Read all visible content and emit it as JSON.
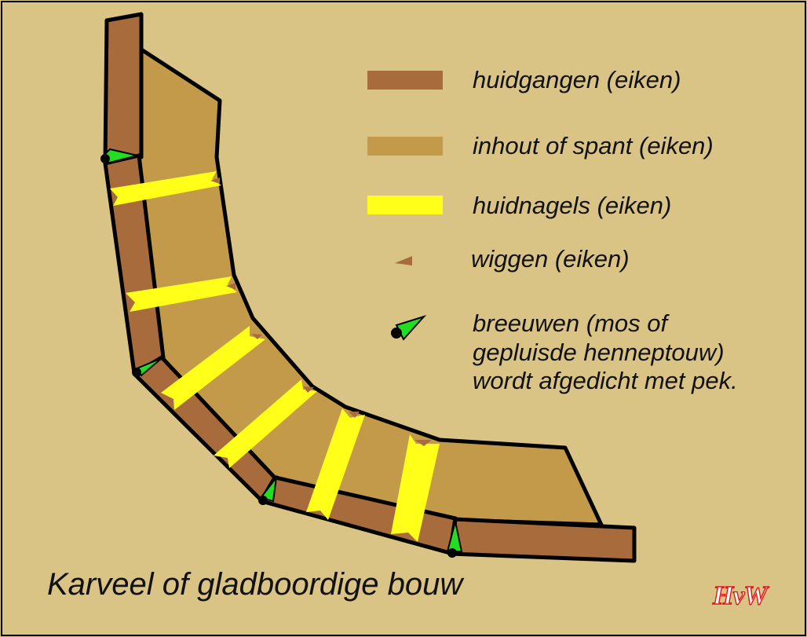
{
  "legend": {
    "planking": "huidgangen (eiken)",
    "frame": "inhout of spant (eiken)",
    "treenails": "huidnagels (eiken)",
    "wedges": "wiggen (eiken)",
    "caulking": [
      "breeuwen (mos of",
      "gepluisde henneptouw)",
      "wordt afgedicht met pek."
    ]
  },
  "caption": "Karveel of gladboordige bouw",
  "signature": "HvW",
  "colors": {
    "background": "#d9c486",
    "planking": "#a86b3c",
    "frame": "#c39a4a",
    "treenail": "#ffff1a",
    "caulking": "#22dd22",
    "outline": "#000000",
    "signature_outline": "#e01818"
  },
  "icons": [
    "caulking-seam-icon",
    "wedge-icon"
  ]
}
